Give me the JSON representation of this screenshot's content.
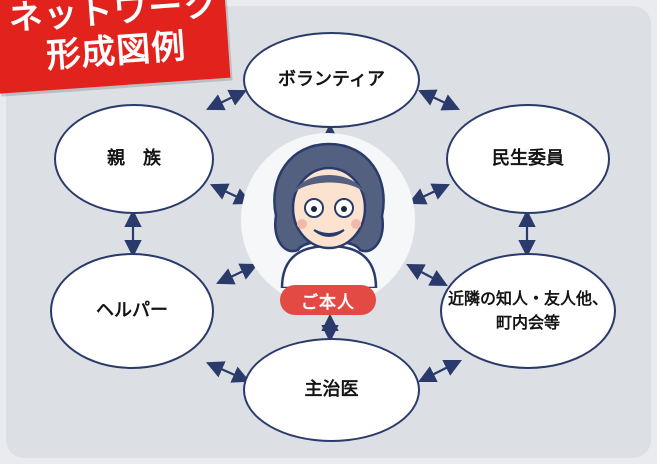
{
  "title": {
    "line1": "ネットワーク",
    "line2": "形成図例"
  },
  "center": {
    "label": "ご本人"
  },
  "nodes": {
    "volunteer": "ボランティア",
    "relatives": "親　族",
    "welfare_commissioner": "民生委員",
    "helper": "ヘルパー",
    "neighbors_line1": "近隣の知人・友人他、",
    "neighbors_line2": "町内会等",
    "family_doctor": "主治医"
  },
  "colors": {
    "banner": "#e2231d",
    "center_badge": "#e24a43",
    "arrow": "#2a3a6a",
    "hair": "#54607f",
    "node_border": "#2a3a6a"
  }
}
